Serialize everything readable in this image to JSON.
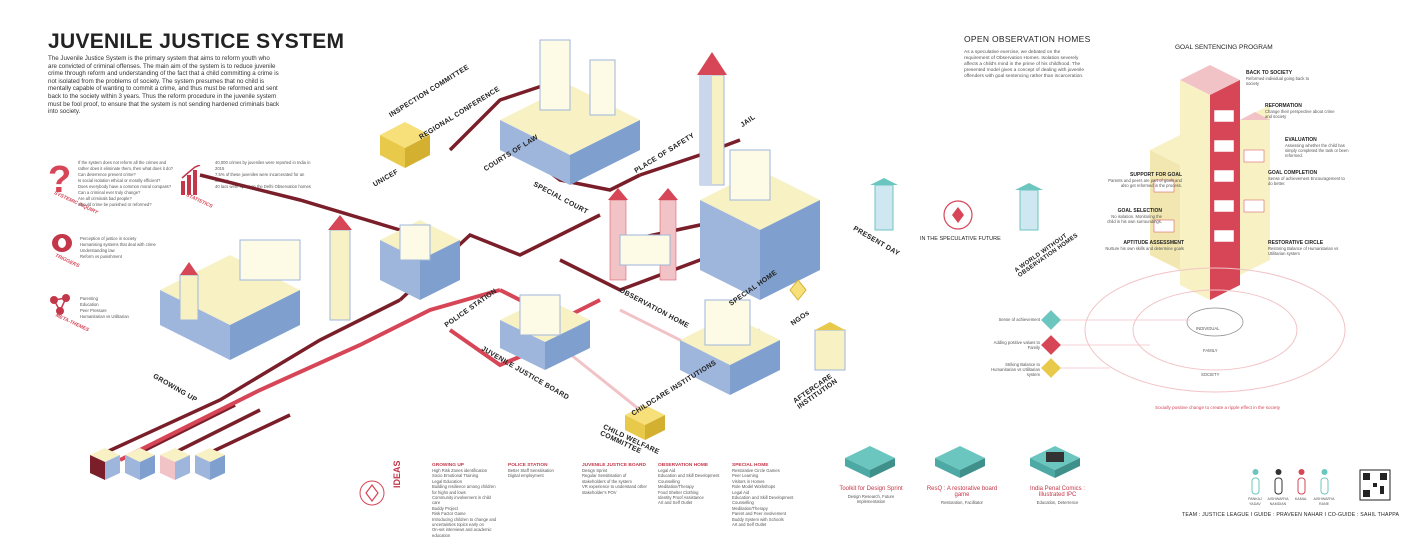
{
  "header": {
    "title": "JUVENILE JUSTICE SYSTEM",
    "intro": "The Juvenile Justice System is the primary system that aims to reform youth who are convicted of criminal offenses. The main aim of the system is to reduce juvenile crime through reform and understanding of the fact that a child committing a crime is not isolated from the problems of society. The system presumes that no child is mentally capable of wanting to commit a crime, and thus must be reformed and sent back to the society within 3 years. Thus the reform procedure in the juvenile system must be fool proof, to ensure that the system is not sending hardened criminals back into society."
  },
  "left_panel": {
    "questions": [
      "If the system does not reform all the crimes and rather does it eliminate them, then what does it do?",
      "Can deterrence prevent crime?",
      "Is social isolation ethical or morally efficient?",
      "Does everybody have a common moral compass?",
      "Can a criminal ever truly change?",
      "Are all criminals bad people?",
      "Should crime be punished or reformed?"
    ],
    "systemic_inquiry": "SYSTEMIC INQUIRY",
    "stats": [
      "40,000 crimes by juveniles were reported in India in 2015",
      "7.5% of these juveniles were incarcerated for an offence",
      "40 lacs were spent on the Delhi Observation homes"
    ],
    "statistics": "STATISTICS",
    "triggers_list": [
      "Perception of justice in society",
      "Humanising systems that deal with crime",
      "Understanding law",
      "Reform vs punishment"
    ],
    "triggers": "TRIGGERS",
    "meta_list": [
      "Parenting",
      "Education",
      "Peer Pressure",
      "Humanitarian vs Utilitarian"
    ],
    "meta_themes": "META-THEMES"
  },
  "iso_labels": {
    "inspection": "INSPECTION COMMITTEE",
    "regional": "REGIONAL CONFERENCE",
    "unicef": "UNICEF",
    "courts": "COURTS OF LAW",
    "special_court": "SPECIAL COURT",
    "place_safety": "PLACE OF SAFETY",
    "jail": "JAIL",
    "special_home": "SPECIAL HOME",
    "observation": "OBSERVATION HOME",
    "police": "POLICE STATION",
    "jjb": "JUVENILE JUSTICE BOARD",
    "growing": "GROWING UP",
    "childcare": "CHILDCARE INSTITUTIONS",
    "cwc": "CHILD WELFARE COMMITTEE",
    "ngos": "NGOs",
    "aftercare": "AFTERCARE INSTITUTION",
    "present_day": "PRESENT DAY",
    "speculative_future": "IN THE SPECULATIVE FUTURE",
    "world_without": "A WORLD WITHOUT OBSERVATION HOMES"
  },
  "observation_homes": {
    "title": "OPEN OBSERVATION HOMES",
    "text": "As a speculative exercise, we debated on the requirement of Observation Homes. Isolation severely affects a child's mind in the prime of his childhood. The presented model gives a concept of dealing with juvenile offenders with goal sentencing rather than incarceration."
  },
  "goal_program": {
    "title": "GOAL SENTENCING PROGRAM",
    "right": [
      {
        "t": "BACK TO SOCIETY",
        "d": "Reformed individual going back to society"
      },
      {
        "t": "REFORMATION",
        "d": "Change their perspective about crime and society"
      },
      {
        "t": "EVALUATION",
        "d": "Assessing whether the child has simply completed the task or been reformed."
      },
      {
        "t": "GOAL COMPLETION",
        "d": "Sense of achievement Encouragement to do better."
      },
      {
        "t": "RESTORATIVE CIRCLE",
        "d": "Restoring Balance of Humanitarian vs Utilitarian system"
      }
    ],
    "left": [
      {
        "t": "SUPPORT FOR GOAL",
        "d": "Parents and peers are part of goals and also get reformed in the process."
      },
      {
        "t": "GOAL SELECTION",
        "d": "No isolation. Monitoring the child in his own surroundings."
      },
      {
        "t": "APTITUDE ASSESSMENT",
        "d": "Nurture his own skills and determine goals"
      }
    ],
    "effects": [
      "Sense of achievement",
      "Adding positive values to Family",
      "Striking Balance to Humanitarian vs Utilitarian system"
    ],
    "rings": [
      "INDIVIDUAL",
      "FAMILY",
      "SOCIETY"
    ],
    "ripple": "Socially positive change to create a ripple effect in the society"
  },
  "ideas": {
    "label": "IDEAS",
    "columns": [
      {
        "h": "GROWING UP",
        "items": [
          "High Risk Zones identification",
          "Socio Emotional Training",
          "Legal Education",
          "Building resilience among children for highs and lows",
          "Community involvement in child care",
          "Buddy Project",
          "Risk Factor Game",
          "Introducing children to change and uncertainties topics early on",
          "On-set interviews and academic education"
        ]
      },
      {
        "h": "POLICE STATION",
        "items": [
          "Better Staff Sensitisation",
          "Digital employment"
        ]
      },
      {
        "h": "JUVENILE JUSTICE BOARD",
        "items": [
          "Design Sprint",
          "Regular Sensitisation of stakeholders of the system",
          "VR experience to understand other stakeholder's POV"
        ]
      },
      {
        "h": "OBSERVATION HOME",
        "items": [
          "Legal Aid",
          "Education and Skill Development",
          "Counselling",
          "Meditation/Therapy",
          "Food Shelter Clothing",
          "Identity Proof Assistance",
          "Art and Self Outlet"
        ]
      },
      {
        "h": "SPECIAL HOME",
        "items": [
          "Restorative Circle Games",
          "Peer Learning",
          "Visitors in Homes",
          "Role Model Workshops",
          "Legal Aid",
          "Education and Skill Development",
          "Counselling",
          "Meditation/Therapy",
          "Parent and Peer involvement",
          "Buddy System with Schools",
          "Art and Self Outlet"
        ]
      }
    ]
  },
  "outputs": [
    {
      "t": "Toolkit for Design Sprint",
      "d": "Design Research, Future Implementation"
    },
    {
      "t": "ResQ : A restorative board game",
      "d": "Restoration, Facilitator"
    },
    {
      "t": "India Penal Comics : Illustrated IPC",
      "d": "Education, Deterrence"
    }
  ],
  "team": {
    "members": [
      "PANKAJ YADAV",
      "AISHWARYA NAMDIAN",
      "KAMAL",
      "AISHWARYA RANE"
    ],
    "credits": "TEAM : JUSTICE LEAGUE I GUIDE : PRAVEEN NAHAR I CO-GUIDE : SAHIL THAPPA"
  },
  "colors": {
    "red": "#c4374a",
    "dark": "#7a1e2a",
    "cream": "#f7f1c4",
    "blue": "#9fb6dc",
    "teal": "#6cc6c0",
    "pink": "#f2c3c6"
  }
}
